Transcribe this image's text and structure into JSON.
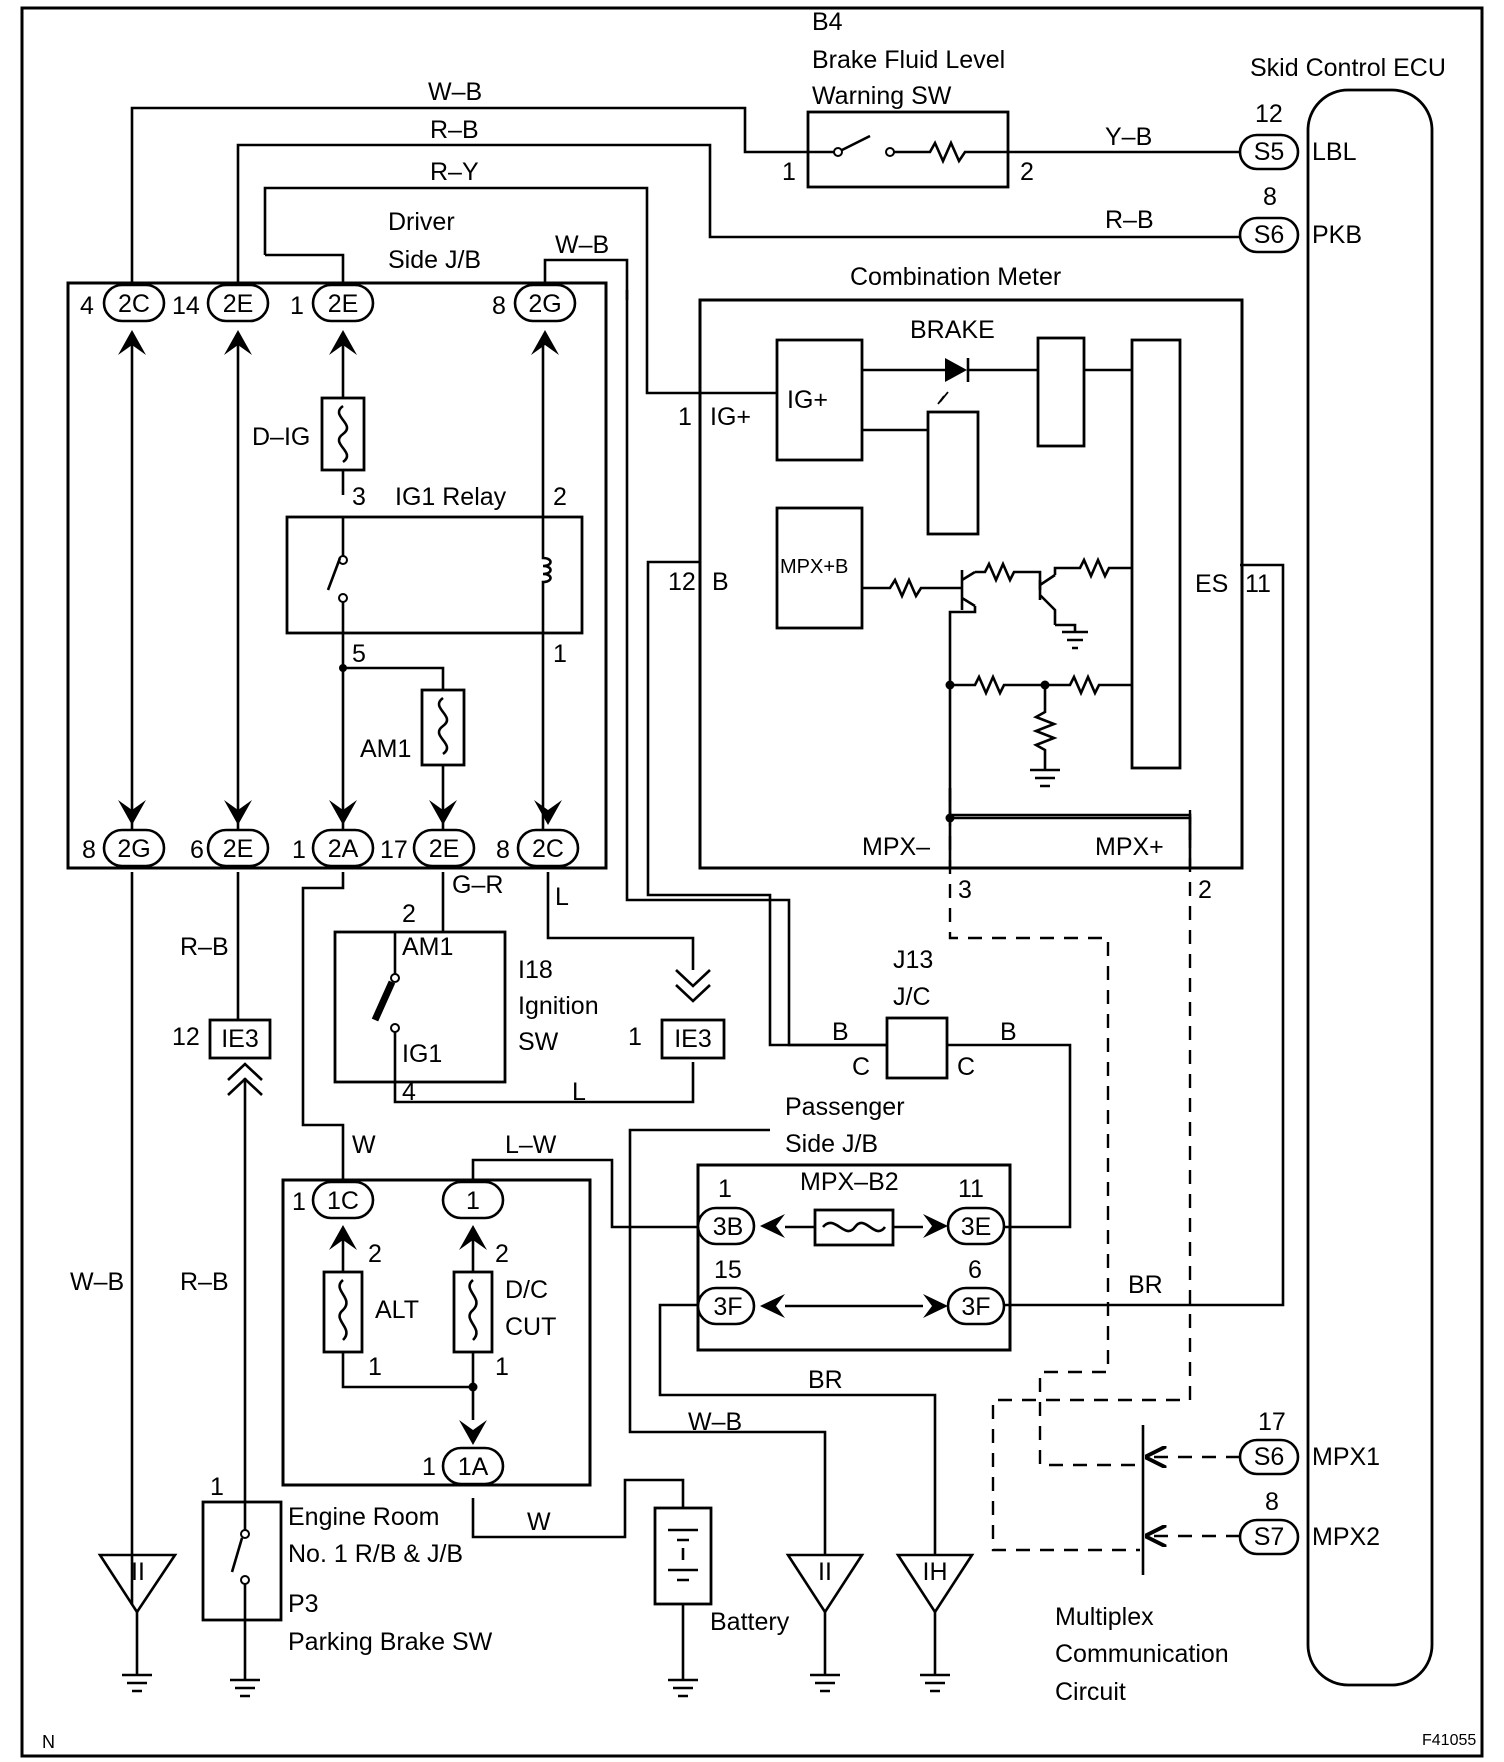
{
  "corner": {
    "left": "N",
    "right": "F41055"
  },
  "skid_ecu": {
    "title": "Skid Control ECU",
    "pins": [
      {
        "num": "12",
        "conn": "S5",
        "name": "LBL"
      },
      {
        "num": "8",
        "conn": "S6",
        "name": "PKB"
      },
      {
        "num": "17",
        "conn": "S6",
        "name": "MPX1"
      },
      {
        "num": "8",
        "conn": "S7",
        "name": "MPX2"
      }
    ]
  },
  "b4": {
    "code": "B4",
    "line1": "Brake Fluid Level",
    "line2": "Warning SW",
    "pin1": "1",
    "pin2": "2"
  },
  "wires": {
    "wb": "W–B",
    "rb": "R–B",
    "ry": "R–Y",
    "yb": "Y–B",
    "gr": "G–R",
    "l": "L",
    "w": "W",
    "lw": "L–W",
    "b": "B",
    "br": "BR",
    "c": "C"
  },
  "driver_jb": {
    "line1": "Driver",
    "line2": "Side J/B",
    "top": [
      {
        "num": "4",
        "conn": "2C"
      },
      {
        "num": "14",
        "conn": "2E"
      },
      {
        "num": "1",
        "conn": "2E"
      },
      {
        "num": "8",
        "conn": "2G"
      }
    ],
    "bottom": [
      {
        "num": "8",
        "conn": "2G"
      },
      {
        "num": "6",
        "conn": "2E"
      },
      {
        "num": "1",
        "conn": "2A"
      },
      {
        "num": "17",
        "conn": "2E"
      },
      {
        "num": "8",
        "conn": "2C"
      }
    ],
    "dig": "D–IG",
    "relay": "IG1 Relay",
    "relay_p3": "3",
    "relay_p2": "2",
    "relay_p5": "5",
    "relay_p1": "1",
    "am1": "AM1"
  },
  "meter": {
    "title": "Combination Meter",
    "brake": "BRAKE",
    "igp": "IG+",
    "igp_in": "IG+",
    "pin1": "1",
    "pin12": "12",
    "b": "B",
    "mpxb": "MPX+B",
    "es": "ES",
    "pin11": "11",
    "mpxm": "MPX–",
    "mpxp": "MPX+",
    "pin3": "3",
    "pin2": "2"
  },
  "ign": {
    "code": "I18",
    "line1": "Ignition",
    "line2": "SW",
    "am1": "AM1",
    "ig1": "IG1",
    "p2": "2",
    "p4": "4"
  },
  "ie3": {
    "left_num": "12",
    "right_num": "1",
    "conn": "IE3"
  },
  "j13": {
    "code": "J13",
    "name": "J/C"
  },
  "pass_jb": {
    "line1": "Passenger",
    "line2": "Side J/B",
    "fuse": "MPX–B2",
    "conns": [
      {
        "num": "1",
        "conn": "3B"
      },
      {
        "num": "11",
        "conn": "3E"
      },
      {
        "num": "15",
        "conn": "3F"
      },
      {
        "num": "6",
        "conn": "3F"
      }
    ]
  },
  "engine_rb": {
    "line1": "Engine Room",
    "line2": "No. 1 R/B & J/B",
    "c1": {
      "num": "1",
      "conn": "1C"
    },
    "c2": {
      "conn": "1"
    },
    "c3": {
      "num": "1",
      "conn": "1A"
    },
    "alt": "ALT",
    "dc1": "D/C",
    "dc2": "CUT",
    "p2": "2",
    "p1": "1"
  },
  "parking": {
    "pin": "1",
    "code": "P3",
    "name": "Parking Brake SW"
  },
  "battery": "Battery",
  "grounds": [
    "II",
    "II",
    "IH"
  ],
  "mpx": {
    "line1": "Multiplex",
    "line2": "Communication",
    "line3": "Circuit"
  }
}
